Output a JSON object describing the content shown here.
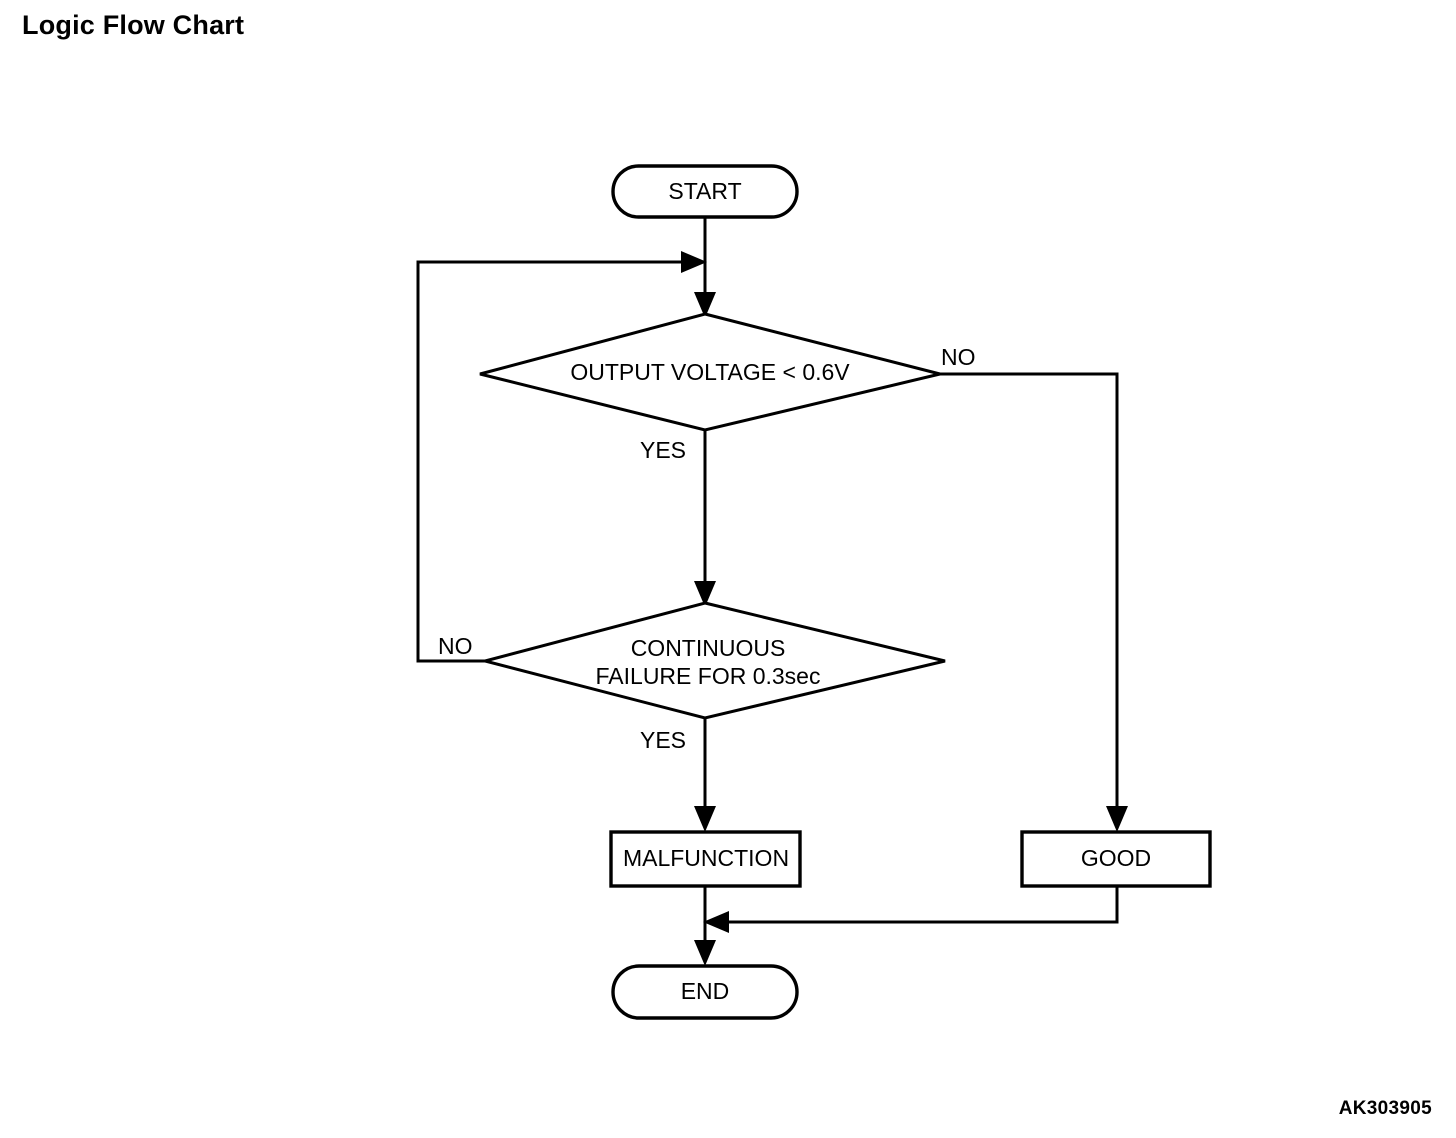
{
  "page": {
    "title": "Logic Flow Chart",
    "figure_code": "AK303905",
    "background_color": "#ffffff",
    "line_color": "#000000"
  },
  "chart_data": {
    "type": "diagram",
    "diagram_kind": "flowchart",
    "title": "Logic Flow Chart",
    "nodes": [
      {
        "id": "start",
        "shape": "stadium",
        "label": "START"
      },
      {
        "id": "decision1",
        "shape": "diamond",
        "label": "OUTPUT VOLTAGE < 0.6V"
      },
      {
        "id": "decision2",
        "shape": "diamond",
        "label_line1": "CONTINUOUS",
        "label_line2": "FAILURE FOR 0.3sec"
      },
      {
        "id": "malfunction",
        "shape": "rectangle",
        "label": "MALFUNCTION"
      },
      {
        "id": "good",
        "shape": "rectangle",
        "label": "GOOD"
      },
      {
        "id": "end",
        "shape": "stadium",
        "label": "END"
      }
    ],
    "edges": [
      {
        "from": "start",
        "to": "decision1",
        "label": ""
      },
      {
        "from": "decision1",
        "to": "decision2",
        "label": "YES"
      },
      {
        "from": "decision1",
        "to": "good",
        "label": "NO"
      },
      {
        "from": "decision2",
        "to": "malfunction",
        "label": "YES"
      },
      {
        "from": "decision2",
        "to": "decision1",
        "label": "NO"
      },
      {
        "from": "malfunction",
        "to": "end",
        "label": ""
      },
      {
        "from": "good",
        "to": "end",
        "label": ""
      }
    ]
  },
  "labels": {
    "start": "START",
    "decision1": "OUTPUT VOLTAGE < 0.6V",
    "decision2_line1": "CONTINUOUS",
    "decision2_line2": "FAILURE FOR 0.3sec",
    "malfunction": "MALFUNCTION",
    "good": "GOOD",
    "end": "END",
    "branch_no_right": "NO",
    "branch_yes_upper": "YES",
    "branch_no_left": "NO",
    "branch_yes_lower": "YES"
  }
}
